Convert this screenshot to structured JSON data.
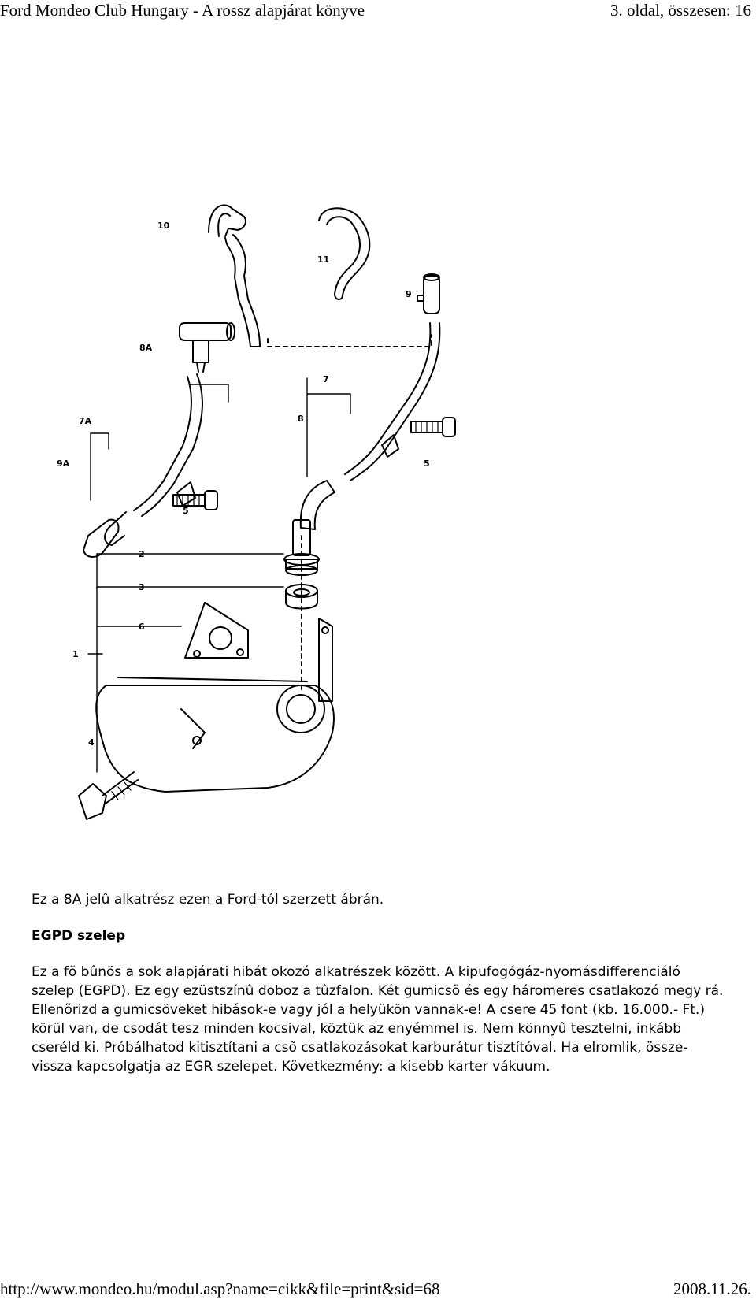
{
  "header": {
    "left": "Ford Mondeo Club Hungary - A rossz alapjárat könyve",
    "right": "3. oldal, összesen: 16"
  },
  "diagram": {
    "labels": [
      "10",
      "11",
      "9",
      "8A",
      "7",
      "7A",
      "8",
      "9A",
      "5",
      "5",
      "2",
      "3",
      "6",
      "1",
      "4"
    ]
  },
  "content": {
    "caption": "Ez a 8A jelû alkatrész ezen a Ford-tól szerzett ábrán.",
    "heading": "EGPD szelep",
    "paragraph": "Ez a fõ bûnös a sok alapjárati hibát okozó alkatrészek között. A kipufogógáz-nyomásdifferenciáló szelep (EGPD). Ez egy ezüstszínû doboz a tûzfalon. Két gumicsõ és egy háromeres csatlakozó megy rá. Ellenõrizd a gumicsöveket hibások-e vagy jól a helyükön vannak-e! A csere 45 font (kb. 16.000.- Ft.) körül van, de csodát tesz minden kocsival, köztük az enyémmel is. Nem könnyû tesztelni, inkább cseréld ki. Próbálhatod kitisztítani a csõ csatlakozásokat karburátur tisztítóval. Ha elromlik, össze-vissza kapcsolgatja az EGR szelepet. Következmény: a kisebb karter vákuum."
  },
  "footer": {
    "left": "http://www.mondeo.hu/modul.asp?name=cikk&file=print&sid=68",
    "right": "2008.11.26."
  }
}
